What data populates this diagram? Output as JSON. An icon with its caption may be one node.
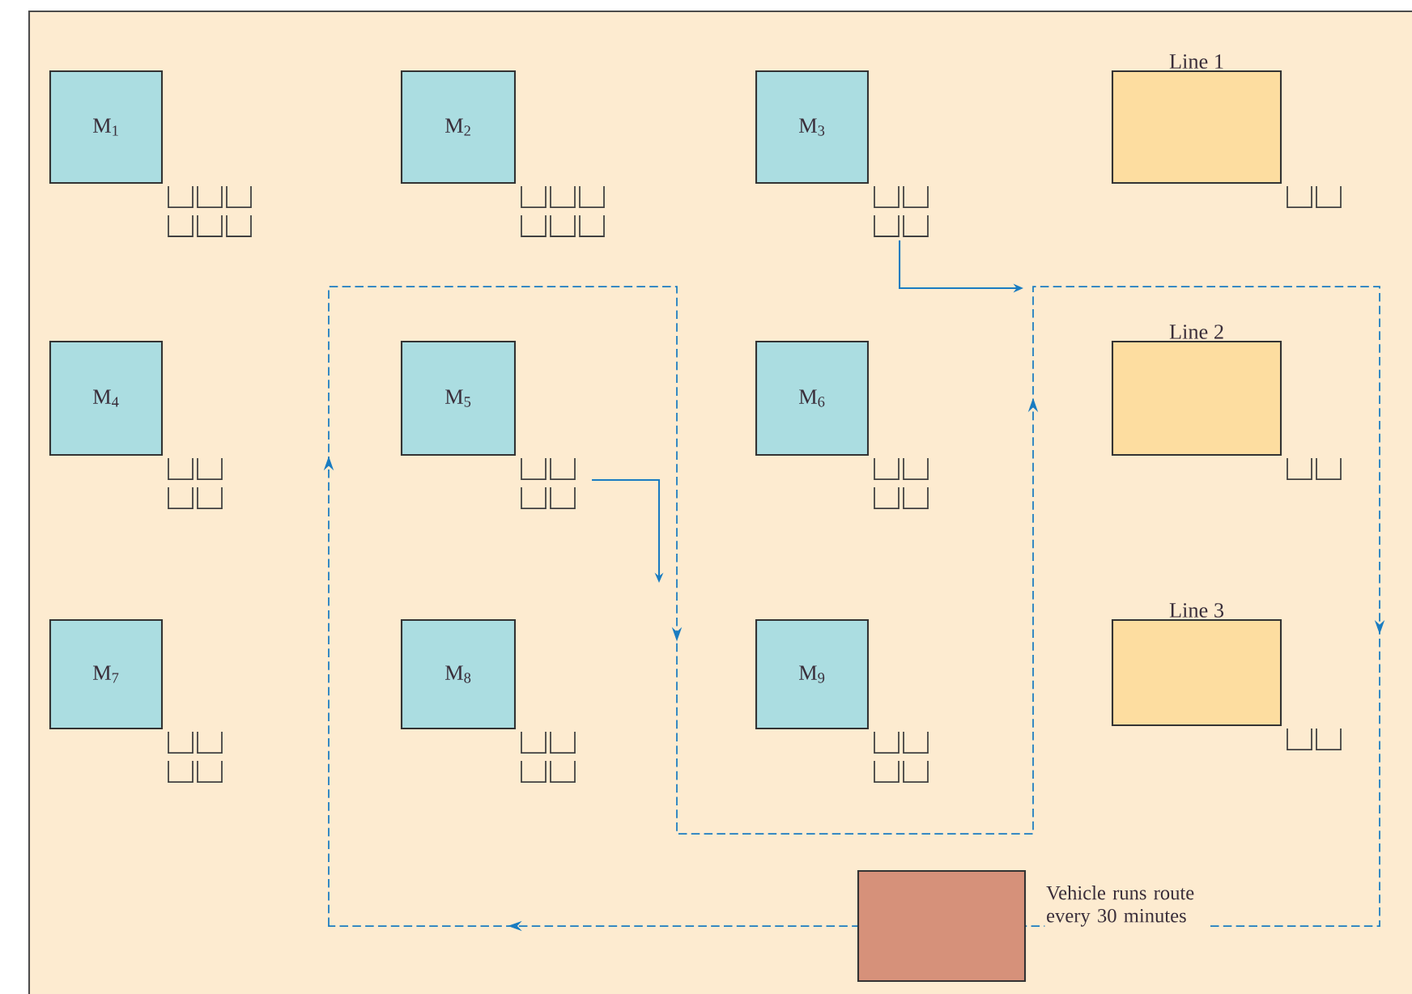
{
  "diagram": {
    "nodes": [
      {
        "text": [
          "M$_{1}$"
        ]
      },
      {
        "text": [
          "M$_{2}$"
        ]
      },
      {
        "text": [
          "M$_{3}$"
        ]
      },
      {
        "text": [
          "Line 1"
        ]
      },
      {
        "text": [
          "M$_{4}$"
        ]
      },
      {
        "text": [
          "M$_{5}$"
        ]
      },
      {
        "text": [
          "M$_{6}$"
        ]
      },
      {
        "text": [
          "Line 2"
        ]
      },
      {
        "text": [
          "M$_{7}$"
        ]
      },
      {
        "text": [
          "M$_{8}$"
        ]
      },
      {
        "text": [
          "M$_{9}$"
        ]
      },
      {
        "text": [
          "Line 3"
        ]
      },
      {
        "text": [],
        "shape": "box",
        "beside": [
          "Vehicle runs route every 30 minutes"
        ]
      }
    ],
    "edges": [
      {
        "from": 2,
        "to": null,
        "arrow": "to"
      },
      {
        "from": 5,
        "to": null,
        "arrow": "to"
      }
    ]
  }
}
